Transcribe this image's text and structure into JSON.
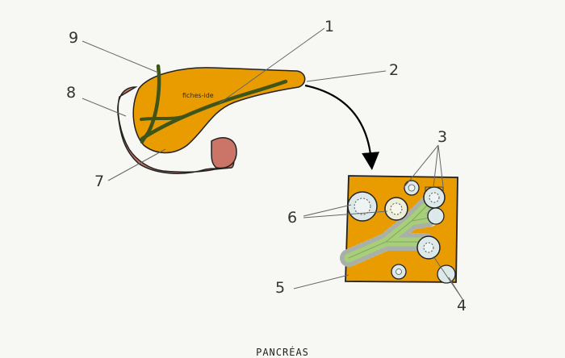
{
  "title": "PANCRÉAS",
  "watermark": "fiches-ide",
  "labels": [
    "1",
    "2",
    "3",
    "4",
    "5",
    "6",
    "7",
    "8",
    "9"
  ],
  "colors": {
    "pancreas": "#e99c00",
    "duodenum": "#cb7468",
    "duct": "#3f5518",
    "tissue_bg": "#e99c00",
    "acinus": "#dde9e9",
    "duct_lumen": "#a7cf79",
    "outline": "#222222"
  }
}
